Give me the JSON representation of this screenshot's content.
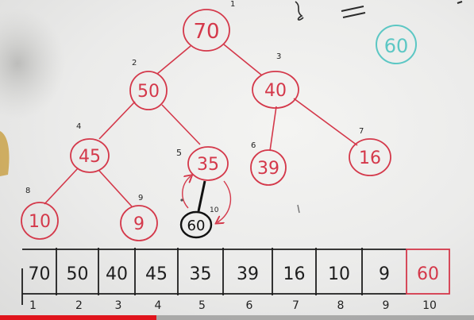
{
  "tree": {
    "nodes": [
      {
        "index": "1",
        "value": "70"
      },
      {
        "index": "2",
        "value": "50"
      },
      {
        "index": "3",
        "value": "40"
      },
      {
        "index": "4",
        "value": "45"
      },
      {
        "index": "5",
        "value": "35"
      },
      {
        "index": "6",
        "value": "39"
      },
      {
        "index": "7",
        "value": "16"
      },
      {
        "index": "8",
        "value": "10"
      },
      {
        "index": "9",
        "value": "9"
      },
      {
        "index": "10",
        "value": "60"
      }
    ],
    "swap_label": "10"
  },
  "side_note": {
    "value": "60"
  },
  "array": {
    "cells": [
      "70",
      "50",
      "40",
      "45",
      "35",
      "39",
      "16",
      "10",
      "9",
      "60"
    ],
    "indices": [
      "1",
      "2",
      "3",
      "4",
      "5",
      "6",
      "7",
      "8",
      "9",
      "10"
    ]
  },
  "colors": {
    "tree_ink": "#d4384a",
    "array_ink": "#1e1e1e",
    "new_node_ink": "#111111",
    "side_note_ink": "#5cc7c4",
    "progress": "#e0141c"
  },
  "video": {
    "progress": 0.33
  }
}
